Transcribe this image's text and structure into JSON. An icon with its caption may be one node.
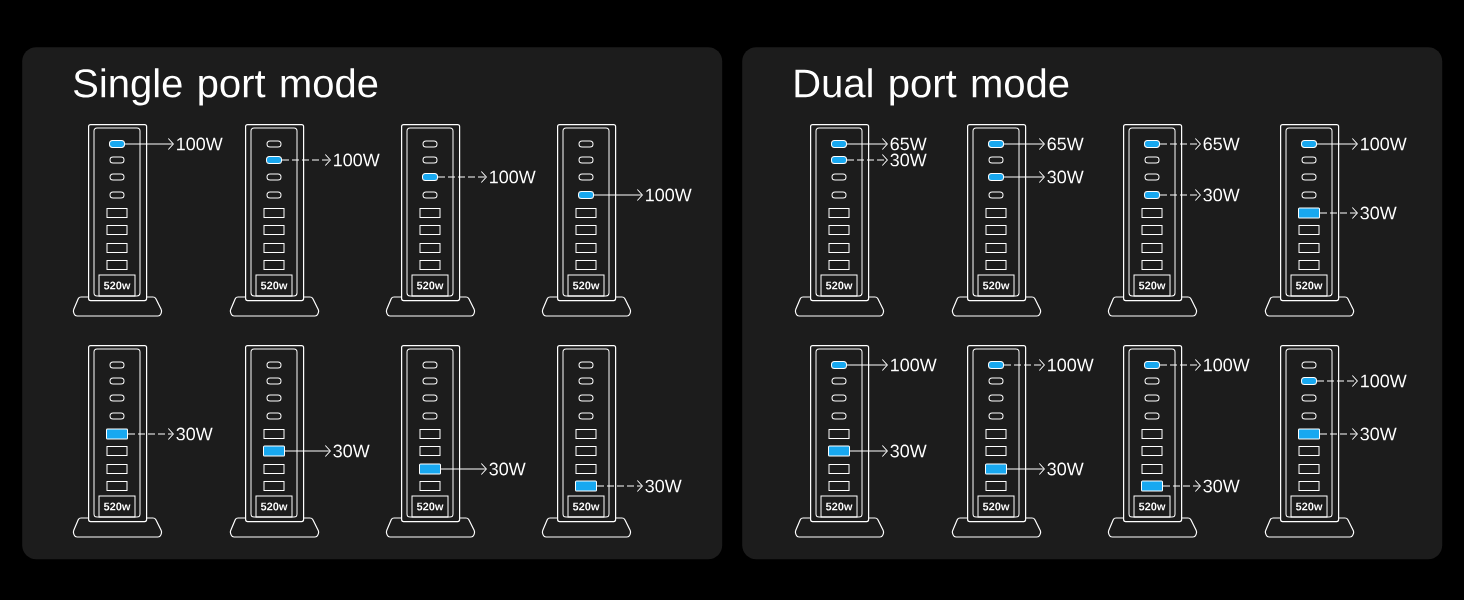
{
  "diagram": {
    "nodes": [
      {
        "text": [
          "Single port mode"
        ]
      },
      {
        "text": [
          "520w"
        ],
        "in": 0
      },
      {
        "text": [],
        "shape": "box",
        "in": 1
      },
      {
        "text": [
          "100W"
        ],
        "in": 0
      },
      {
        "text": [
          "520w"
        ],
        "in": 0
      },
      {
        "text": [],
        "shape": "box",
        "in": 4
      },
      {
        "text": [
          "100W"
        ],
        "in": 0
      },
      {
        "text": [
          "520w"
        ],
        "in": 0
      },
      {
        "text": [],
        "shape": "box",
        "in": 7
      },
      {
        "text": [
          "100W"
        ],
        "in": 0
      },
      {
        "text": [
          "520w"
        ],
        "in": 0
      },
      {
        "text": [],
        "shape": "box",
        "in": 10
      },
      {
        "text": [
          "100W"
        ],
        "in": 0
      },
      {
        "text": [
          "520w"
        ],
        "in": 0
      },
      {
        "text": [],
        "shape": "box",
        "in": 13
      },
      {
        "text": [
          "30W"
        ],
        "in": 0
      },
      {
        "text": [
          "520w"
        ],
        "in": 0
      },
      {
        "text": [],
        "shape": "box",
        "in": 16
      },
      {
        "text": [
          "30W"
        ],
        "in": 0
      },
      {
        "text": [
          "520w"
        ],
        "in": 0
      },
      {
        "text": [],
        "shape": "box",
        "in": 19
      },
      {
        "text": [
          "30W"
        ],
        "in": 0
      },
      {
        "text": [
          "520w"
        ],
        "in": 0
      },
      {
        "text": [],
        "shape": "box",
        "in": 22
      },
      {
        "text": [
          "30W"
        ],
        "in": 0
      },
      {
        "text": [
          "Dual port mode"
        ]
      },
      {
        "text": [
          "520w"
        ],
        "in": 25
      },
      {
        "text": [],
        "shape": "box",
        "in": 26
      },
      {
        "text": [],
        "shape": "box",
        "in": 26
      },
      {
        "text": [
          "65W"
        ],
        "in": 25
      },
      {
        "text": [
          "30W"
        ],
        "in": 25
      },
      {
        "text": [
          "520w"
        ],
        "in": 25
      },
      {
        "text": [],
        "shape": "box",
        "in": 31
      },
      {
        "text": [],
        "shape": "box",
        "in": 31
      },
      {
        "text": [
          "65W"
        ],
        "in": 25
      },
      {
        "text": [
          "30W"
        ],
        "in": 25
      },
      {
        "text": [
          "520w"
        ],
        "in": 25
      },
      {
        "text": [],
        "shape": "box",
        "in": 36
      },
      {
        "text": [],
        "shape": "box",
        "in": 36
      },
      {
        "text": [
          "65W"
        ],
        "in": 25
      },
      {
        "text": [
          "30W"
        ],
        "in": 25
      },
      {
        "text": [
          "520w"
        ],
        "in": 25
      },
      {
        "text": [],
        "shape": "box",
        "in": 41
      },
      {
        "text": [],
        "shape": "box",
        "in": 41
      },
      {
        "text": [
          "100W"
        ],
        "in": 25
      },
      {
        "text": [
          "30W"
        ],
        "in": 25
      },
      {
        "text": [
          "520w"
        ],
        "in": 25
      },
      {
        "text": [],
        "shape": "box",
        "in": 46
      },
      {
        "text": [],
        "shape": "box",
        "in": 46
      },
      {
        "text": [
          "100W"
        ],
        "in": 25
      },
      {
        "text": [
          "30W"
        ],
        "in": 25
      },
      {
        "text": [
          "520w"
        ],
        "in": 25
      },
      {
        "text": [],
        "shape": "box",
        "in": 51
      },
      {
        "text": [],
        "shape": "box",
        "in": 51
      },
      {
        "text": [
          "100W"
        ],
        "in": 25
      },
      {
        "text": [
          "30W"
        ],
        "in": 25
      },
      {
        "text": [
          "520w"
        ],
        "in": 25
      },
      {
        "text": [],
        "shape": "box",
        "in": 56
      },
      {
        "text": [],
        "shape": "box",
        "in": 56
      },
      {
        "text": [
          "100W"
        ],
        "in": 25
      },
      {
        "text": [
          "30W"
        ],
        "in": 25
      },
      {
        "text": [
          "520w"
        ],
        "in": 25
      },
      {
        "text": [],
        "shape": "box",
        "in": 61
      },
      {
        "text": [],
        "shape": "box",
        "in": 61
      },
      {
        "text": [
          "100W"
        ],
        "in": 25
      },
      {
        "text": [
          "30W"
        ],
        "in": 25
      }
    ],
    "edges": [
      {
        "from": 2,
        "to": 3,
        "arrow": "to"
      },
      {
        "from": 5,
        "to": 6,
        "arrow": "to",
        "style": "dashed"
      },
      {
        "from": 8,
        "to": 9,
        "arrow": "to",
        "style": "dashed"
      },
      {
        "from": 11,
        "to": 12,
        "arrow": "to"
      },
      {
        "from": 14,
        "to": 15,
        "arrow": "to",
        "style": "dashed"
      },
      {
        "from": 17,
        "to": 18,
        "arrow": "to"
      },
      {
        "from": 20,
        "to": 21,
        "arrow": "to"
      },
      {
        "from": 23,
        "to": 24,
        "arrow": "to",
        "style": "dashed"
      },
      {
        "from": 27,
        "to": 29,
        "arrow": "to"
      },
      {
        "from": 28,
        "to": 30,
        "arrow": "to",
        "style": "dashed"
      },
      {
        "from": 32,
        "to": 34,
        "arrow": "to"
      },
      {
        "from": 33,
        "to": 35,
        "arrow": "to"
      },
      {
        "from": 37,
        "to": 39,
        "arrow": "to",
        "style": "dashed"
      },
      {
        "from": 38,
        "to": 40,
        "arrow": "to",
        "style": "dashed"
      },
      {
        "from": 42,
        "to": 44,
        "arrow": "to"
      },
      {
        "from": 43,
        "to": 45,
        "arrow": "to",
        "style": "dashed"
      },
      {
        "from": 47,
        "to": 49,
        "arrow": "to"
      },
      {
        "from": 48,
        "to": 50,
        "arrow": "to"
      },
      {
        "from": 52,
        "to": 54,
        "arrow": "to",
        "style": "dashed"
      },
      {
        "from": 53,
        "to": 55,
        "arrow": "to"
      },
      {
        "from": 57,
        "to": 59,
        "arrow": "to",
        "style": "dashed"
      },
      {
        "from": 58,
        "to": 60,
        "arrow": "to",
        "style": "dashed"
      },
      {
        "from": 62,
        "to": 64,
        "arrow": "to",
        "style": "dashed"
      },
      {
        "from": 63,
        "to": 65,
        "arrow": "to",
        "style": "dashed"
      }
    ]
  }
}
